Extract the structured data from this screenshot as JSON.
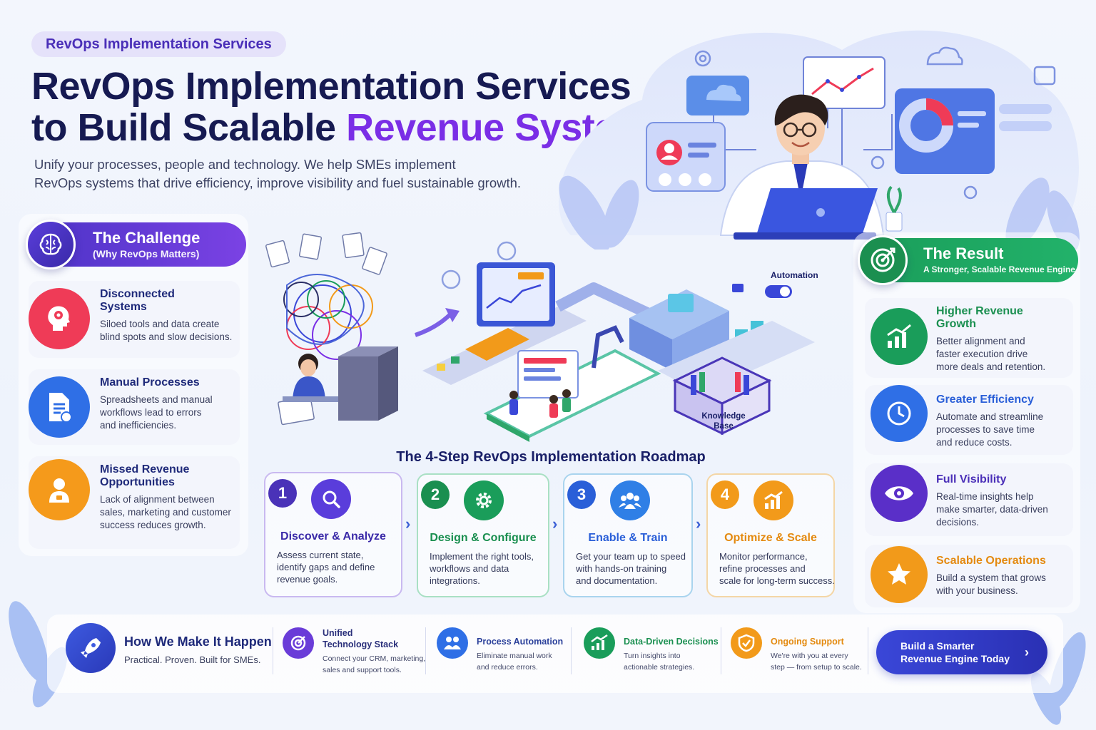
{
  "header": {
    "tag": "RevOps Implementation Services",
    "title_line1": "RevOps Implementation Services",
    "title_line2_prefix": "to Build Scalable ",
    "title_line2_accent": "Revenue Systems",
    "subtitle_line1": "Unify your processes, people and technology. We help SMEs implement",
    "subtitle_line2": "RevOps systems that drive efficiency, improve visibility and fuel sustainable growth."
  },
  "challenge": {
    "title": "The Challenge",
    "subtitle": "(Why RevOps Matters)",
    "items": [
      {
        "title_l1": "Disconnected",
        "title_l2": "Systems",
        "desc_l1": "Siloed tools and data create",
        "desc_l2": "blind spots and slow decisions.",
        "desc_l3": ""
      },
      {
        "title_l1": "Manual Processes",
        "title_l2": "",
        "desc_l1": "Spreadsheets and manual",
        "desc_l2": "workflows lead to errors",
        "desc_l3": "and inefficiencies."
      },
      {
        "title_l1": "Missed Revenue",
        "title_l2": "Opportunities",
        "desc_l1": "Lack of alignment between",
        "desc_l2": "sales, marketing and customer",
        "desc_l3": "success reduces growth."
      }
    ]
  },
  "illustration": {
    "automation_label": "Automation",
    "kb_l1": "Knowledge",
    "kb_l2": "Base"
  },
  "roadmap": {
    "title": "The 4-Step RevOps Implementation Roadmap",
    "steps": [
      {
        "num": "1",
        "title": "Discover & Analyze",
        "d1": "Assess current state,",
        "d2": "identify gaps and define",
        "d3": "revenue goals."
      },
      {
        "num": "2",
        "title": "Design & Configure",
        "d1": "Implement the right tools,",
        "d2": "workflows and data",
        "d3": "integrations."
      },
      {
        "num": "3",
        "title": "Enable & Train",
        "d1": "Get your team up to speed",
        "d2": "with hands-on training",
        "d3": "and documentation."
      },
      {
        "num": "4",
        "title": "Optimize & Scale",
        "d1": "Monitor performance,",
        "d2": "refine processes and",
        "d3": "scale for long-term success."
      }
    ]
  },
  "result": {
    "title": "The Result",
    "subtitle": "A Stronger, Scalable Revenue Engine",
    "items": [
      {
        "title_l1": "Higher Revenue",
        "title_l2": "Growth",
        "d1": "Better alignment and",
        "d2": "faster execution drive",
        "d3": "more deals and retention."
      },
      {
        "title_l1": "Greater Efficiency",
        "title_l2": "",
        "d1": "Automate and streamline",
        "d2": "processes to save time",
        "d3": "and reduce costs."
      },
      {
        "title_l1": "Full Visibility",
        "title_l2": "",
        "d1": "Real-time insights help",
        "d2": "make smarter, data-driven",
        "d3": "decisions."
      },
      {
        "title_l1": "Scalable Operations",
        "title_l2": "",
        "d1": "Build a system that grows",
        "d2": "with your business.",
        "d3": ""
      }
    ]
  },
  "bottom": {
    "how_title": "How We Make It Happen",
    "how_sub": "Practical. Proven. Built for SMEs.",
    "features": [
      {
        "t1": "Unified",
        "t2": "Technology Stack",
        "d1": "Connect your CRM, marketing,",
        "d2": "sales and support tools."
      },
      {
        "t1": "Process Automation",
        "t2": "",
        "d1": "Eliminate manual work",
        "d2": "and reduce errors."
      },
      {
        "t1": "Data-Driven Decisions",
        "t2": "",
        "d1": "Turn insights into",
        "d2": "actionable strategies."
      },
      {
        "t1": "Ongoing Support",
        "t2": "",
        "d1": "We're with you at every",
        "d2": "step — from setup to scale."
      }
    ],
    "cta_l1": "Build a Smarter",
    "cta_l2": "Revenue Engine Today"
  },
  "colors": {
    "accent_purple": "#7a2ee6",
    "navy": "#161a52",
    "green": "#1a9d5a",
    "blue": "#3a47d8",
    "orange": "#f29a1a",
    "red": "#ef3b57"
  },
  "icons": [
    "brain-icon",
    "head-gear-icon",
    "document-icon",
    "person-badge-icon",
    "target-icon",
    "growth-chart-icon",
    "clock-icon",
    "eye-icon",
    "star-icon",
    "search-icon",
    "gear-icon",
    "team-icon",
    "chart-up-icon",
    "rocket-icon",
    "shield-icon",
    "chevron-right-icon"
  ]
}
